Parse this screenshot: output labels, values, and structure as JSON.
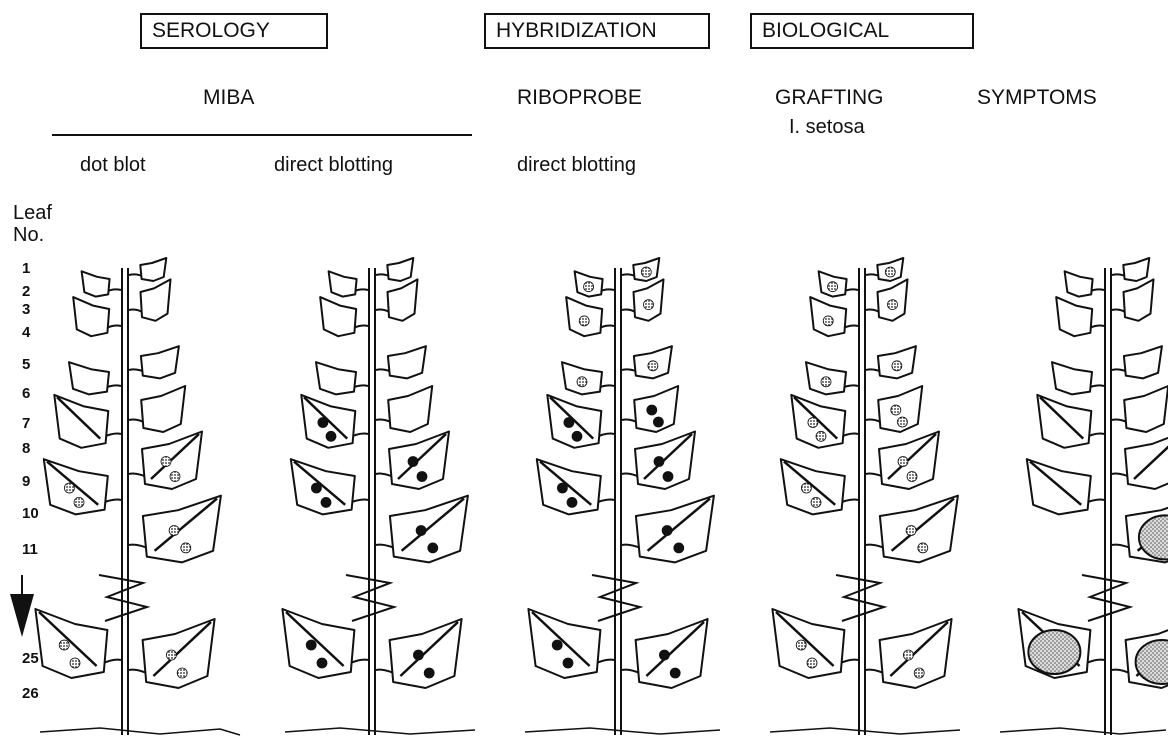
{
  "headers": {
    "serology": "SEROLOGY",
    "hybridization": "HYBRIDIZATION",
    "biological": "BIOLOGICAL"
  },
  "methods": {
    "miba": "MIBA",
    "riboprobe": "RIBOPROBE",
    "grafting": "GRAFTING",
    "grafting_host": "I. setosa",
    "symptoms": "SYMPTOMS"
  },
  "techniques": {
    "dot_blot": "dot blot",
    "direct_blotting_1": "direct blotting",
    "direct_blotting_2": "direct blotting"
  },
  "leaf_axis": {
    "title_1": "Leaf",
    "title_2": "No.",
    "numbers": [
      "1",
      "2",
      "3",
      "4",
      "5",
      "6",
      "7",
      "8",
      "9",
      "10",
      "11",
      "25",
      "26"
    ]
  },
  "plants": [
    {
      "name": "dot-blot-plant",
      "marking": "small-stippled-spots",
      "marked_leaves": [
        "9",
        "10",
        "11",
        "25",
        "26"
      ]
    },
    {
      "name": "direct-blotting-miba-plant",
      "marking": "solid-dots",
      "marked_leaves": [
        "8",
        "9",
        "10",
        "11",
        "25",
        "26"
      ]
    },
    {
      "name": "riboprobe-plant",
      "marking": "solid-and-stippled-dots",
      "marked_leaves": [
        "1",
        "2",
        "3",
        "4",
        "5",
        "6",
        "7",
        "8",
        "9",
        "10",
        "11",
        "25",
        "26"
      ]
    },
    {
      "name": "grafting-plant",
      "marking": "stippled-dots",
      "marked_leaves": [
        "1",
        "2",
        "3",
        "4",
        "5",
        "6",
        "7",
        "8",
        "9",
        "10",
        "11",
        "25",
        "26"
      ]
    },
    {
      "name": "symptoms-plant",
      "marking": "large-stippled-lesions",
      "marked_leaves": [
        "11",
        "25",
        "26"
      ]
    }
  ],
  "colors": {
    "ink": "#111111",
    "stipple": "#bdbdbd",
    "paper": "#ffffff"
  }
}
